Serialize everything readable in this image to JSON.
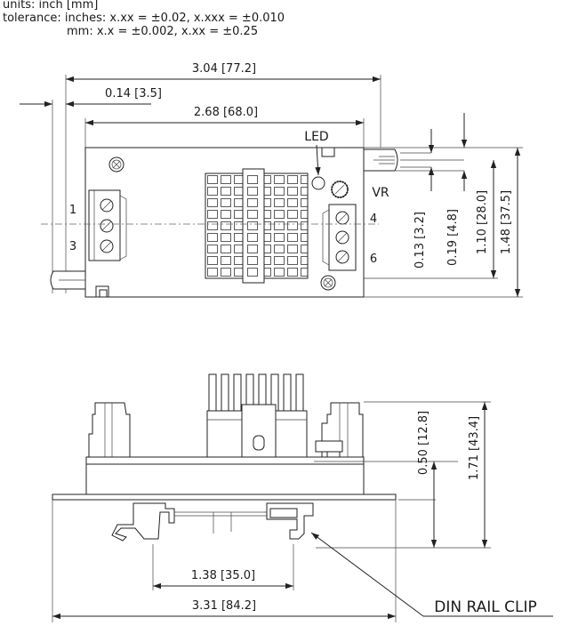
{
  "header": {
    "units": "units: inch [mm]",
    "tolerance_inches": "tolerance: inches: x.xx = ±0.02, x.xxx = ±0.010",
    "tolerance_mm": "mm: x.x = ±0.002, x.xx = ±0.25"
  },
  "top_view": {
    "dim_overall_width": "3.04 [77.2]",
    "dim_mount_offset": "0.14 [3.5]",
    "dim_body_width": "2.68 [68.0]",
    "led_label": "LED",
    "vr_label": "VR",
    "terminal_1": "1",
    "terminal_3": "3",
    "terminal_4": "4",
    "terminal_6": "6",
    "dim_0_13": "0.13 [3.2]",
    "dim_0_19": "0.19 [4.8]",
    "dim_1_10": "1.10 [28.0]",
    "dim_1_48": "1.48 [37.5]"
  },
  "side_view": {
    "dim_0_50": "0.50 [12.8]",
    "dim_1_71": "1.71 [43.4]",
    "dim_rail_width": "1.38 [35.0]",
    "dim_total_width": "3.31 [84.2]",
    "din_rail_clip": "DIN RAIL CLIP"
  }
}
